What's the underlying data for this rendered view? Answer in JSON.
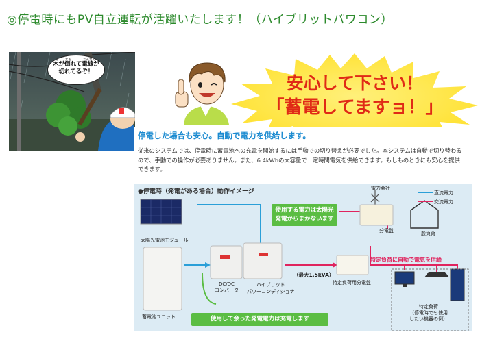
{
  "heading": "◎停電時にもPV自立運転が活躍いたします！（ハイブリットパワコン）",
  "storm": {
    "bubble_line1": "木が倒れて電線が",
    "bubble_line2": "切れてるぞ！",
    "ruby_ki": "き",
    "ruby_tao": "たお",
    "ruby_densen": "でんせん",
    "ruby_ki2": "き"
  },
  "burst": {
    "line1": "安心して下さい！",
    "line2": "「蓄電してますョ！」"
  },
  "panel": {
    "title": "停電した場合も安心。自動で電力を供給します。",
    "body": "従来のシステムでは、停電時に蓄電池への充電を開始するには手動での切り替えが必要でした。本システムは自動で切り替わるので、手動での操作が必要ありません。また、6.4kWhの大容量で一定時間電気を供給できます。もしものときにも安心を提供できます。",
    "diagram_title": "●停電時（発電がある場合）動作イメージ"
  },
  "diagram": {
    "solar_module": "太陽光電池モジュール",
    "battery_unit": "蓄電池ユニット",
    "dcdc_line1": "DC/DC",
    "dcdc_line2": "コンバータ",
    "hybrid_line1": "ハイブリッド",
    "hybrid_line2": "パワーコンディショナ",
    "callout_top": "使用する電力は太陽光発電からまかないます",
    "callout_bottom": "使用して余った発電電力は充電します",
    "power_company": "電力会社",
    "switchboard": "分電盤",
    "general_load": "一般負荷",
    "special_board": "特定負荷用分電盤",
    "max_capacity": "（最大1.5kVA）",
    "special_supply": "特定負荷に自動で電気を供給",
    "special_load_line1": "特定負荷",
    "special_load_line2": "（停電時でも使用",
    "special_load_line3": "したい機器の例）",
    "legend_dc": "直流電力",
    "legend_ac": "交流電力",
    "colors": {
      "dc": "#2a9fd8",
      "ac": "#e0245e",
      "callout": "#5bbd43"
    }
  }
}
